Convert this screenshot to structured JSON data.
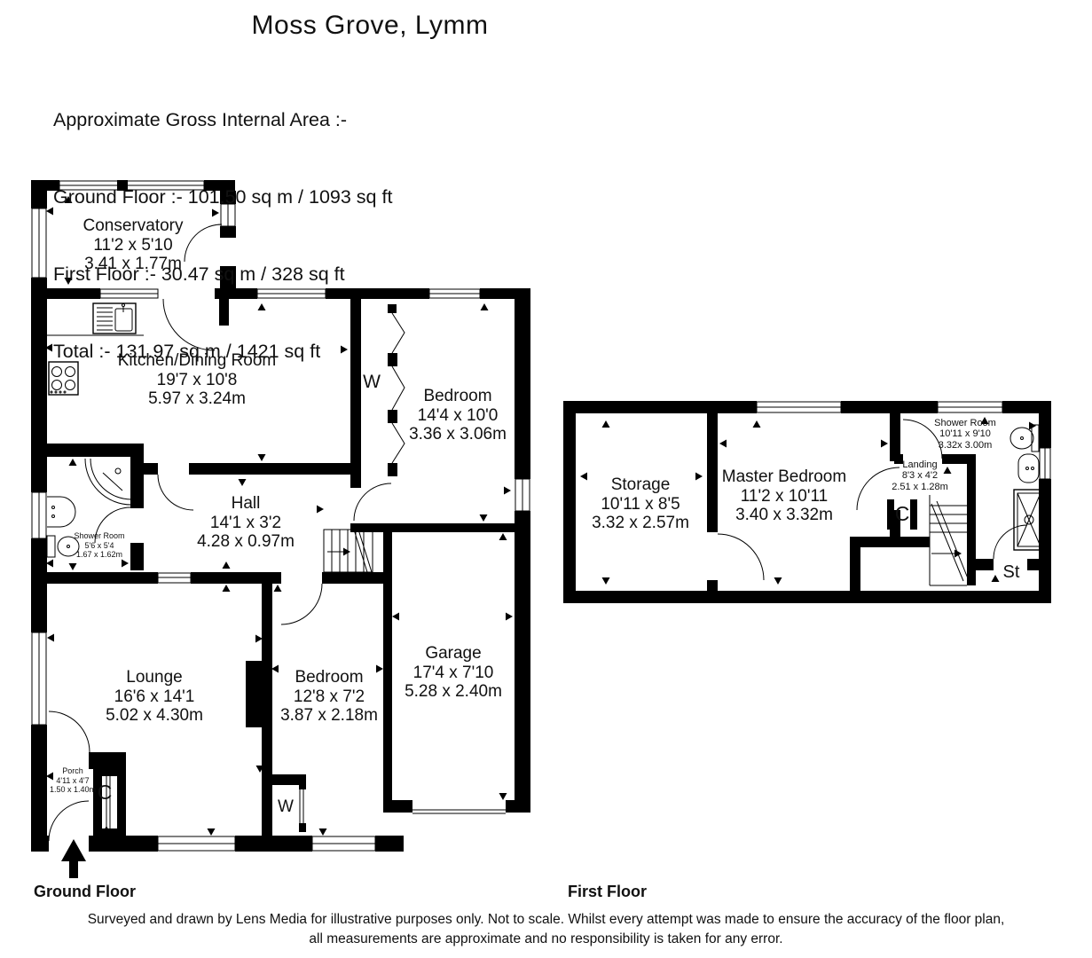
{
  "page": {
    "title": "Moss Grove, Lymm"
  },
  "area_summary": {
    "heading": "Approximate Gross Internal Area :-",
    "ground_floor": "Ground Floor :- 101.50 sq m / 1093 sq ft",
    "first_floor": "First Floor :- 30.47 sq m / 328 sq ft",
    "total": "Total :- 131.97 sq m / 1421 sq ft"
  },
  "ground_floor": {
    "label": "Ground Floor",
    "rooms": {
      "conservatory": {
        "name": "Conservatory",
        "imperial": "11'2 x 5'10",
        "metric": "3.41 x 1.77m"
      },
      "kitchen_dining": {
        "name": "Kitchen/Dining Room",
        "imperial": "19'7 x 10'8",
        "metric": "5.97 x 3.24m"
      },
      "bedroom_rear": {
        "name": "Bedroom",
        "imperial": "14'4 x 10'0",
        "metric": "3.36 x 3.06m"
      },
      "hall": {
        "name": "Hall",
        "imperial": "14'1 x 3'2",
        "metric": "4.28 x 0.97m"
      },
      "shower_room": {
        "name": "Shower Room",
        "imperial": "5'6 x 5'4",
        "metric": "1.67 x 1.62m"
      },
      "lounge": {
        "name": "Lounge",
        "imperial": "16'6 x 14'1",
        "metric": "5.02 x 4.30m"
      },
      "bedroom_front": {
        "name": "Bedroom",
        "imperial": "12'8 x 7'2",
        "metric": "3.87 x 2.18m"
      },
      "garage": {
        "name": "Garage",
        "imperial": "17'4 x 7'10",
        "metric": "5.28 x 2.40m"
      },
      "porch": {
        "name": "Porch",
        "imperial": "4'11 x 4'7",
        "metric": "1.50 x 1.40m"
      }
    }
  },
  "first_floor": {
    "label": "First Floor",
    "rooms": {
      "storage": {
        "name": "Storage",
        "imperial": "10'11 x 8'5",
        "metric": "3.32 x 2.57m"
      },
      "master_bedroom": {
        "name": "Master Bedroom",
        "imperial": "11'2 x 10'11",
        "metric": "3.40 x 3.32m"
      },
      "shower_room": {
        "name": "Shower Room",
        "imperial": "10'11 x 9'10",
        "metric": "3.32x 3.00m"
      },
      "landing": {
        "name": "Landing",
        "imperial": "8'3 x 4'2",
        "metric": "2.51 x 1.28m"
      }
    }
  },
  "markers": {
    "wardrobe": "W",
    "cupboard": "C",
    "store": "St"
  },
  "disclaimer": {
    "line1": "Surveyed and drawn by Lens Media for illustrative purposes only. Not to scale. Whilst every attempt was made to ensure the accuracy of the floor plan,",
    "line2": "all measurements are approximate and no responsibility is taken for any error."
  },
  "colors": {
    "wall": "#000000",
    "background": "#ffffff",
    "text": "#000000"
  }
}
